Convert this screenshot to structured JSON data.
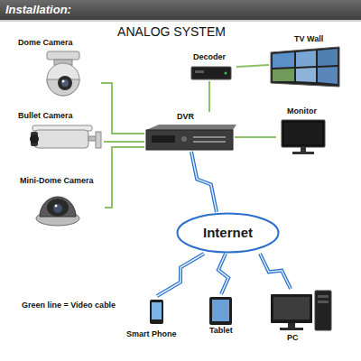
{
  "diagram": {
    "title": "ANALOG SYSTEM",
    "nodes": [
      {
        "text": [
          "Dome Camera"
        ]
      },
      {
        "text": [
          "Decoder"
        ]
      },
      {
        "text": [
          "TV Wall"
        ]
      },
      {
        "text": [
          "Bullet Camera"
        ]
      },
      {
        "text": [
          "DVR"
        ]
      },
      {
        "text": [
          "Monitor"
        ]
      },
      {
        "text": [
          "Mini-Dome Camera"
        ]
      },
      {
        "text": [
          "Internet"
        ]
      },
      {
        "text": [
          "Smart Phone"
        ]
      },
      {
        "text": [
          "Tablet"
        ]
      },
      {
        "text": [
          "PC"
        ]
      }
    ],
    "edges": [
      {
        "from": 0,
        "to": 4,
        "arrow": "none"
      },
      {
        "from": 3,
        "to": 4,
        "arrow": "none"
      },
      {
        "from": 6,
        "to": 4,
        "arrow": "none"
      },
      {
        "from": 4,
        "to": 1,
        "arrow": "none"
      },
      {
        "from": 1,
        "to": 2,
        "arrow": "none"
      },
      {
        "from": 4,
        "to": 5,
        "arrow": "none"
      },
      {
        "from": 4,
        "to": 7,
        "arrow": "none"
      },
      {
        "from": 7,
        "to": 8,
        "arrow": "none"
      },
      {
        "from": 7,
        "to": 9,
        "arrow": "none"
      },
      {
        "from": 7,
        "to": 10,
        "arrow": "none"
      }
    ],
    "labels": [
      "Installation:"
    ],
    "legend": [
      {
        "text": "Green line = Video cable"
      }
    ]
  }
}
